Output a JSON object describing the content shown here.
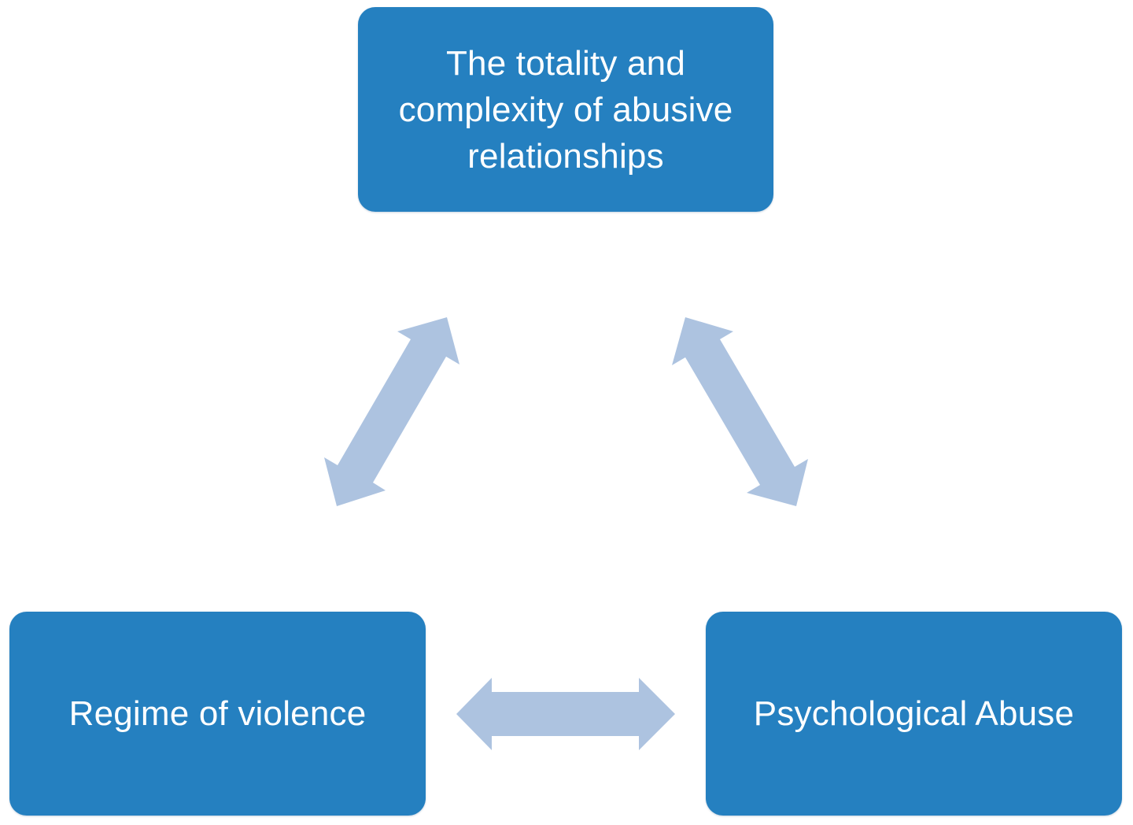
{
  "diagram": {
    "type": "cycle",
    "colors": {
      "node_fill": "#2580c0",
      "node_text": "#ffffff",
      "arrow_fill": "#adc3e0",
      "background": "#ffffff"
    },
    "nodes": [
      {
        "id": "top",
        "label": "The totality and complexity of abusive relationships"
      },
      {
        "id": "left",
        "label": "Regime of violence"
      },
      {
        "id": "right",
        "label": "Psychological Abuse"
      }
    ],
    "edges": [
      {
        "from": "top",
        "to": "left",
        "direction": "bidirectional",
        "icon": "double-arrow-icon"
      },
      {
        "from": "top",
        "to": "right",
        "direction": "bidirectional",
        "icon": "double-arrow-icon"
      },
      {
        "from": "left",
        "to": "right",
        "direction": "bidirectional",
        "icon": "double-arrow-icon"
      }
    ]
  }
}
